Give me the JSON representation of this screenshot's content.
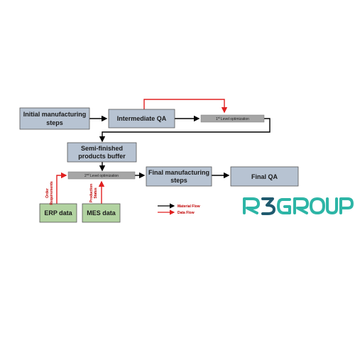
{
  "boxes": {
    "initial": [
      "Initial manufacturing",
      "steps"
    ],
    "intermediate_qa": [
      "Intermediate QA"
    ],
    "buffer": [
      "Semi-finished",
      "products buffer"
    ],
    "final_mfg": [
      "Final manufacturing",
      "steps"
    ],
    "final_qa": [
      "Final QA"
    ],
    "erp": [
      "ERP data"
    ],
    "mes": [
      "MES data"
    ]
  },
  "optimization": {
    "first": {
      "prefix": "1",
      "sup": "st",
      "rest": " Level optimization"
    },
    "second": {
      "prefix": "2",
      "sup": "nd",
      "rest": " Level optimization"
    }
  },
  "side_labels": {
    "order_requirements": [
      "Order",
      "Requirements"
    ],
    "production_status": [
      "Production",
      "Status"
    ]
  },
  "legend": {
    "material_flow": "Material Flow",
    "data_flow": "Data Flow"
  },
  "logo": {
    "text": "R3GROUP"
  },
  "colors": {
    "process_box": "#b7c3d2",
    "data_box": "#b2d3a1",
    "opt_bar": "#a6a6a6",
    "material_flow": "#000000",
    "data_flow": "#e02020",
    "logo_teal": "#2db5a6",
    "logo_dark": "#1f5a6e"
  }
}
